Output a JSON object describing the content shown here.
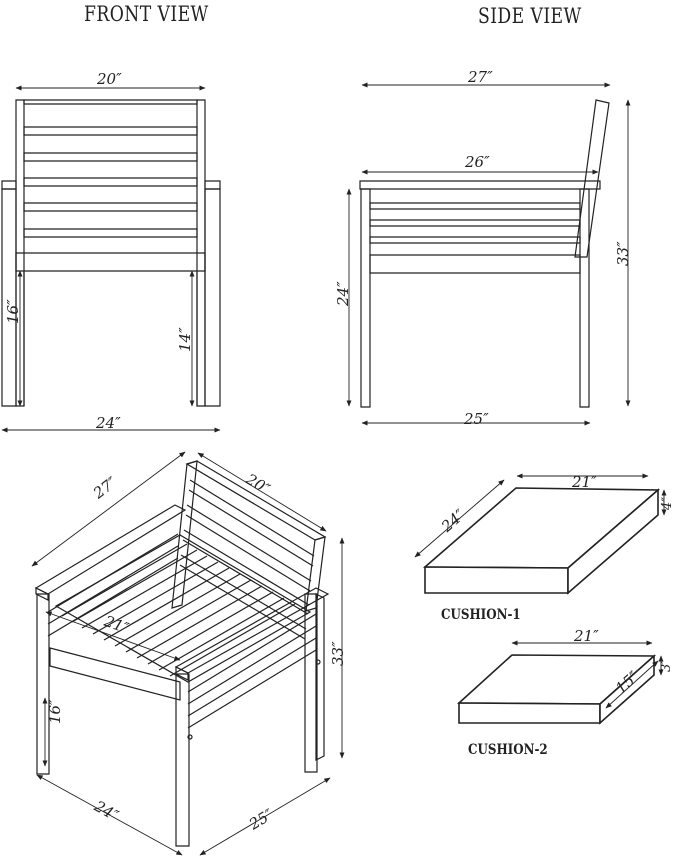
{
  "views": {
    "front_title": "FRONT VIEW",
    "side_title": "SIDE VIEW"
  },
  "front": {
    "width_top": "20″",
    "width_bottom": "24″",
    "height_seat": "16″",
    "height_arm": "14″"
  },
  "side": {
    "depth_top": "27″",
    "depth_arm": "26″",
    "depth_bottom": "25″",
    "height_arm": "24″",
    "height_total": "33″"
  },
  "iso": {
    "depth": "27″",
    "width_back": "20″",
    "seat_depth": "21″",
    "height_total": "33″",
    "height_seat": "16″",
    "width_front": "24″",
    "depth_bottom": "25″"
  },
  "cushion1": {
    "name": "CUSHION-1",
    "width": "21″",
    "depth": "24″",
    "thickness": "4″"
  },
  "cushion2": {
    "name": "CUSHION-2",
    "width": "21″",
    "depth": "15″",
    "thickness": "3″"
  }
}
